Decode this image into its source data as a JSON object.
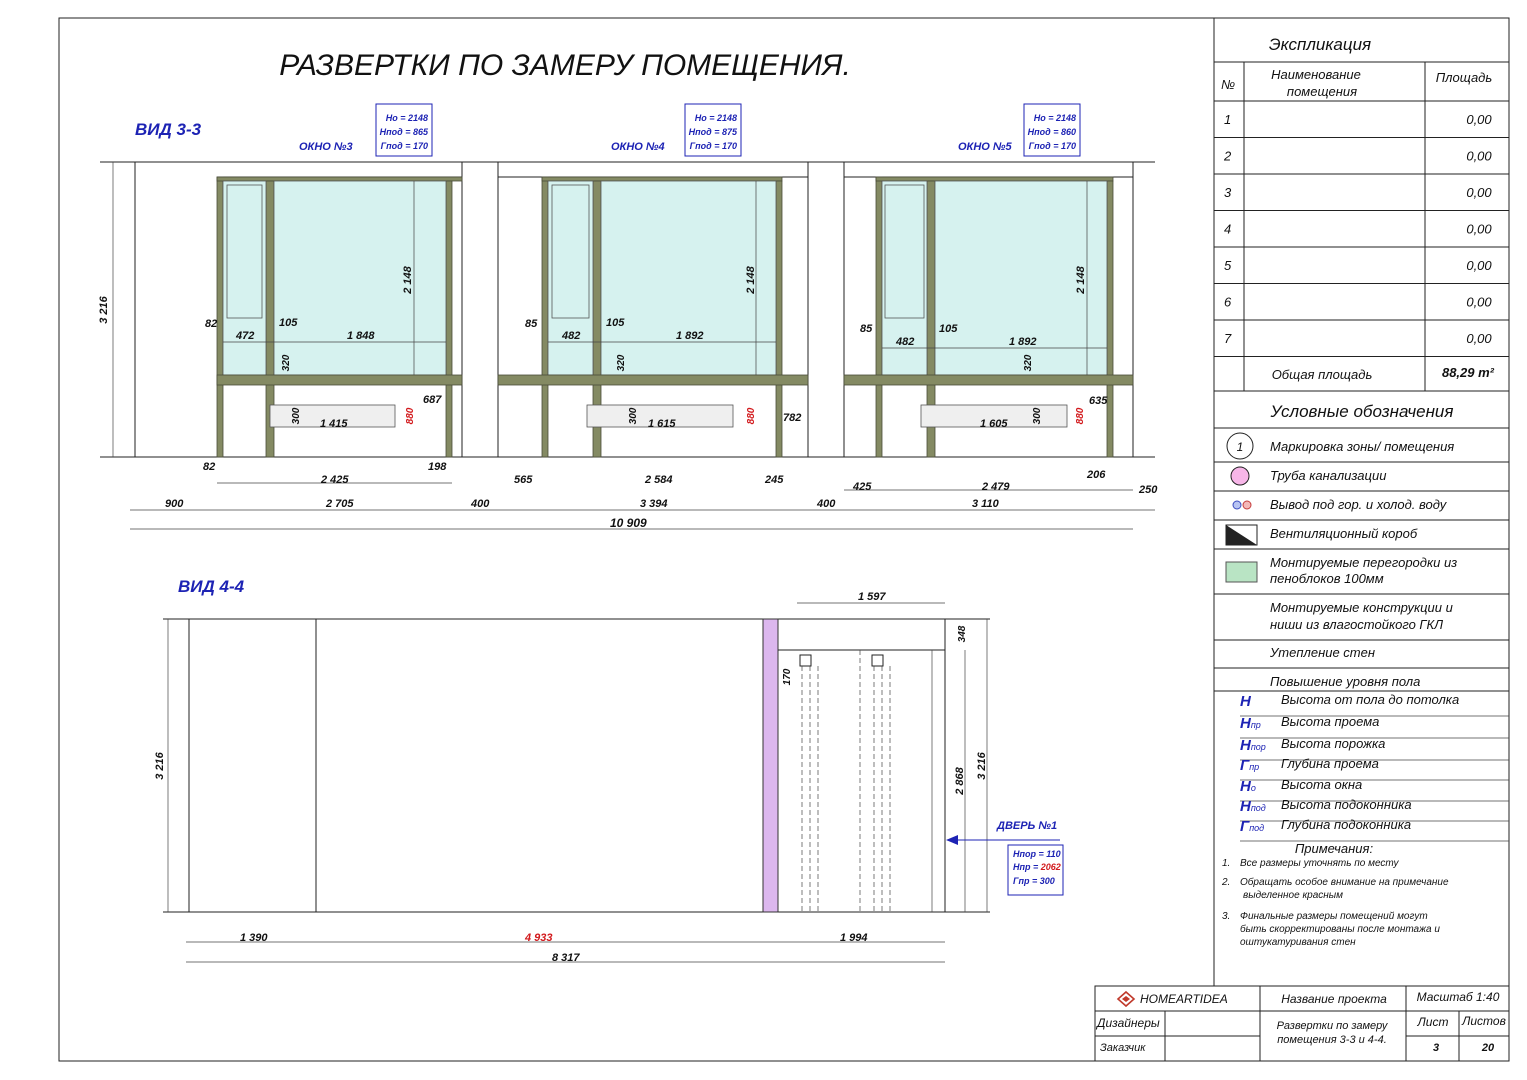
{
  "title": "РАЗВЕРТКИ  ПО  ЗАМЕРУ  ПОМЕЩЕНИЯ.",
  "view33": {
    "label": "ВИД 3-3",
    "windows": [
      {
        "name": "ОКНО №3",
        "ho": "Hо = 2148",
        "hpod": "Hпод = 865",
        "gpod": "Гпод = 170"
      },
      {
        "name": "ОКНО №4",
        "ho": "Hо = 2148",
        "hpod": "Hпод = 875",
        "gpod": "Гпод = 170"
      },
      {
        "name": "ОКНО №5",
        "ho": "Hо = 2148",
        "hpod": "Hпод = 860",
        "gpod": "Гпод = 170"
      }
    ],
    "dims": {
      "height_total": "3 216",
      "w3": {
        "h": "2 148",
        "left": "82",
        "leaf": "472",
        "mull": "105",
        "glass": "1 848",
        "gap": "320",
        "rad_h": "300",
        "rad_w": "1 415",
        "sill": "880",
        "r": "687"
      },
      "w4": {
        "h": "2 148",
        "left": "85",
        "leaf": "482",
        "mull": "105",
        "glass": "1 892",
        "gap": "320",
        "rad_h": "300",
        "rad_w": "1 615",
        "sill": "880",
        "r": "782"
      },
      "w5": {
        "h": "2 148",
        "left": "85",
        "leaf": "482",
        "mull": "105",
        "glass": "1 892",
        "gap": "320",
        "rad_h": "300",
        "rad_w": "1 605",
        "sill": "880",
        "r": "635"
      },
      "row1": [
        "82",
        "2 425",
        "198",
        "565",
        "2 584",
        "245",
        "425",
        "2 479",
        "206",
        "250"
      ],
      "row2": [
        "900",
        "2 705",
        "400",
        "3 394",
        "400",
        "3 110"
      ],
      "total": "10 909"
    }
  },
  "view44": {
    "label": "ВИД 4-4",
    "door": {
      "name": "ДВЕРЬ №1",
      "hpor": "Hпор = 110",
      "hpr_label": "Hпр = ",
      "hpr_val": "2062",
      "gpr": "Гпр = 300"
    },
    "dims": {
      "top": "1 597",
      "d348": "348",
      "d170": "170",
      "h_left": "3 216",
      "h_right": "3 216",
      "h_door": "2 868",
      "b1": "1 390",
      "b2": "4 933",
      "b3": "1 994",
      "total": "8 317"
    }
  },
  "explication": {
    "title": "Экспликация",
    "col_no": "№",
    "col_name": "Наименование помещения",
    "col_name_l1": "Наименование",
    "col_name_l2": "помещения",
    "col_area": "Площадь",
    "rows": [
      {
        "no": "1",
        "area": "0,00"
      },
      {
        "no": "2",
        "area": "0,00"
      },
      {
        "no": "3",
        "area": "0,00"
      },
      {
        "no": "4",
        "area": "0,00"
      },
      {
        "no": "5",
        "area": "0,00"
      },
      {
        "no": "6",
        "area": "0,00"
      },
      {
        "no": "7",
        "area": "0,00"
      }
    ],
    "total_label": "Общая  площадь",
    "total_value": "88,29 m²"
  },
  "legend": {
    "title": "Условные  обозначения",
    "items": [
      {
        "symbol": "1",
        "text": "Маркировка зоны/ помещения"
      },
      {
        "text": "Труба канализации"
      },
      {
        "text": "Вывод под гор. и холод. воду"
      },
      {
        "text": "Вентиляционный короб"
      },
      {
        "text": "Монтируемые  перегородки  из",
        "text2": "пеноблоков 100мм"
      },
      {
        "text": "Монтируемые  конструкции и",
        "text2": "ниши  из влагостойкого ГКЛ"
      },
      {
        "text": "Утепление  стен"
      },
      {
        "text": "Повышение  уровня  пола"
      }
    ],
    "abbr": [
      {
        "sym": "H",
        "sub": "",
        "text": "Высота  от  пола  до  потолка"
      },
      {
        "sym": "H",
        "sub": "пр",
        "text": "Высота  проема"
      },
      {
        "sym": "H",
        "sub": "пор",
        "text": "Высота  порожка"
      },
      {
        "sym": "Г",
        "sub": "пр",
        "text": "Глубина  проема"
      },
      {
        "sym": "H",
        "sub": "о",
        "text": "Высота  окна"
      },
      {
        "sym": "H",
        "sub": "под",
        "text": "Высота  подоконника"
      },
      {
        "sym": "Г",
        "sub": "под",
        "text": "Глубина  подоконника"
      }
    ]
  },
  "notes": {
    "title": "Примечания:",
    "items": [
      {
        "n": "1.",
        "l1": "Все  размеры  уточнять по  месту",
        "l2": "",
        "l3": ""
      },
      {
        "n": "2.",
        "l1": "Обращать особое внимание на примечание",
        "l2": "выделенное красным",
        "l3": ""
      },
      {
        "n": "3.",
        "l1": "Финальные размеры помещений могут",
        "l2": "быть скорректированы после монтажа и",
        "l3": "оштукатуривания  стен"
      }
    ]
  },
  "stamp": {
    "brand": "HOMEARTIDEA",
    "project_label": "Название  проекта",
    "scale": "Масштаб  1:40",
    "designers": "Дизайнеры",
    "customer": "Заказчик",
    "sheet_title_l1": "Развертки  по  замеру",
    "sheet_title_l2": "помещения  3-3  и  4-4.",
    "sheet_label": "Лист",
    "sheets_label": "Листов",
    "sheet_no": "3",
    "sheets_total": "20"
  },
  "colors": {
    "accent_blue": "#1d23b4",
    "warn_red": "#d2191c",
    "frame": "#848a63",
    "glass": "#d6f2ef",
    "pipe": "#f7b6e8",
    "partition": "#b9e4c4",
    "door_strip": "#dcb7ee"
  }
}
